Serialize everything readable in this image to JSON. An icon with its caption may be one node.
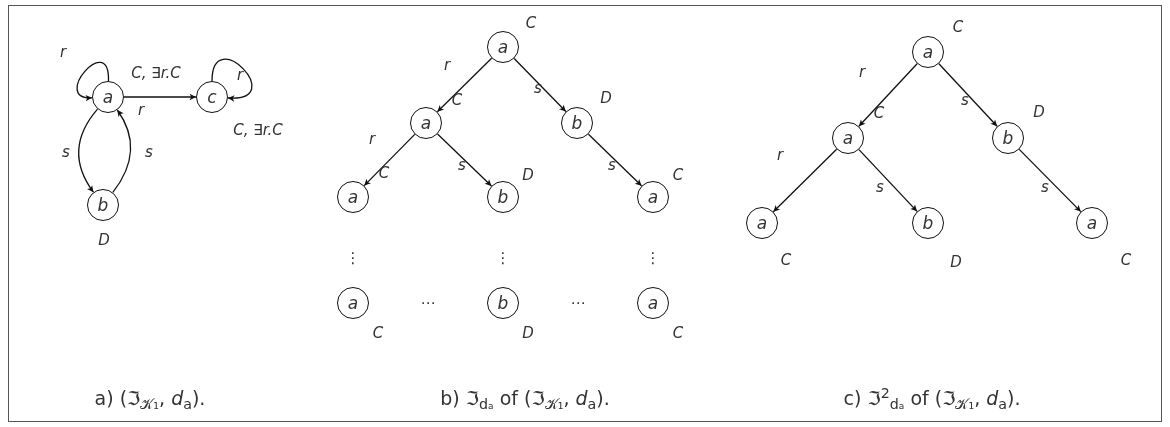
{
  "diagram": {
    "nodes": [
      {
        "text": [
          "a"
        ],
        "beside": [
          "C, ∃r.C"
        ]
      },
      {
        "text": [
          "c"
        ],
        "beside": [
          "C, ∃r.C"
        ]
      },
      {
        "text": [
          "b"
        ],
        "beside": [
          "D"
        ]
      },
      {
        "text": [
          "a"
        ],
        "beside": [
          "C"
        ]
      },
      {
        "text": [
          "a"
        ],
        "beside": [
          "C"
        ]
      },
      {
        "text": [
          "b"
        ],
        "beside": [
          "D"
        ]
      },
      {
        "text": [
          "a"
        ],
        "beside": [
          "C"
        ]
      },
      {
        "text": [
          "b"
        ],
        "beside": [
          "D"
        ]
      },
      {
        "text": [
          "a"
        ],
        "beside": [
          "C"
        ]
      },
      {
        "text": [
          "a"
        ],
        "beside": [
          "C"
        ]
      },
      {
        "text": [
          "b"
        ],
        "beside": [
          "D"
        ]
      },
      {
        "text": [
          "a"
        ],
        "beside": [
          "C"
        ]
      },
      {
        "text": [
          "a"
        ],
        "beside": [
          "C"
        ]
      },
      {
        "text": [
          "a"
        ],
        "beside": [
          "C"
        ]
      },
      {
        "text": [
          "b"
        ],
        "beside": [
          "D"
        ]
      },
      {
        "text": [
          "a"
        ],
        "beside": [
          "C"
        ]
      },
      {
        "text": [
          "b"
        ],
        "beside": [
          "D"
        ]
      },
      {
        "text": [
          "a"
        ],
        "beside": [
          "C"
        ]
      }
    ],
    "edges": [
      {
        "from": 0,
        "to": 0,
        "arrow": "to",
        "label": "r"
      },
      {
        "from": 0,
        "to": 1,
        "arrow": "to",
        "label": "r"
      },
      {
        "from": 1,
        "to": 1,
        "arrow": "to",
        "label": "r"
      },
      {
        "from": 0,
        "to": 2,
        "arrow": "to",
        "label": "s"
      },
      {
        "from": 2,
        "to": 0,
        "arrow": "to",
        "label": "s"
      },
      {
        "from": 3,
        "to": 4,
        "arrow": "to",
        "label": "r"
      },
      {
        "from": 3,
        "to": 5,
        "arrow": "to",
        "label": "s"
      },
      {
        "from": 4,
        "to": 6,
        "arrow": "to",
        "label": "r"
      },
      {
        "from": 4,
        "to": 7,
        "arrow": "to",
        "label": "s"
      },
      {
        "from": 5,
        "to": 8,
        "arrow": "to",
        "label": "s"
      },
      {
        "from": 12,
        "to": 13,
        "arrow": "to",
        "label": "r"
      },
      {
        "from": 12,
        "to": 14,
        "arrow": "to",
        "label": "s"
      },
      {
        "from": 13,
        "to": 15,
        "arrow": "to",
        "label": "r"
      },
      {
        "from": 13,
        "to": 16,
        "arrow": "to",
        "label": "s"
      },
      {
        "from": 14,
        "to": 17,
        "arrow": "to",
        "label": "s"
      }
    ],
    "labels": [
      "⋮",
      "⋮",
      "⋮",
      "⋯",
      "⋯",
      "a) (ℑ$_{𝒦₁}$, *d*$_{a}$).",
      "b) ℑ$_{dₐ}$ of (ℑ$_{𝒦₁}$, *d*$_{a}$).",
      "c) ℑ$^{2}$$_{dₐ}$ of (ℑ$_{𝒦₁}$, *d*$_{a}$)."
    ]
  }
}
